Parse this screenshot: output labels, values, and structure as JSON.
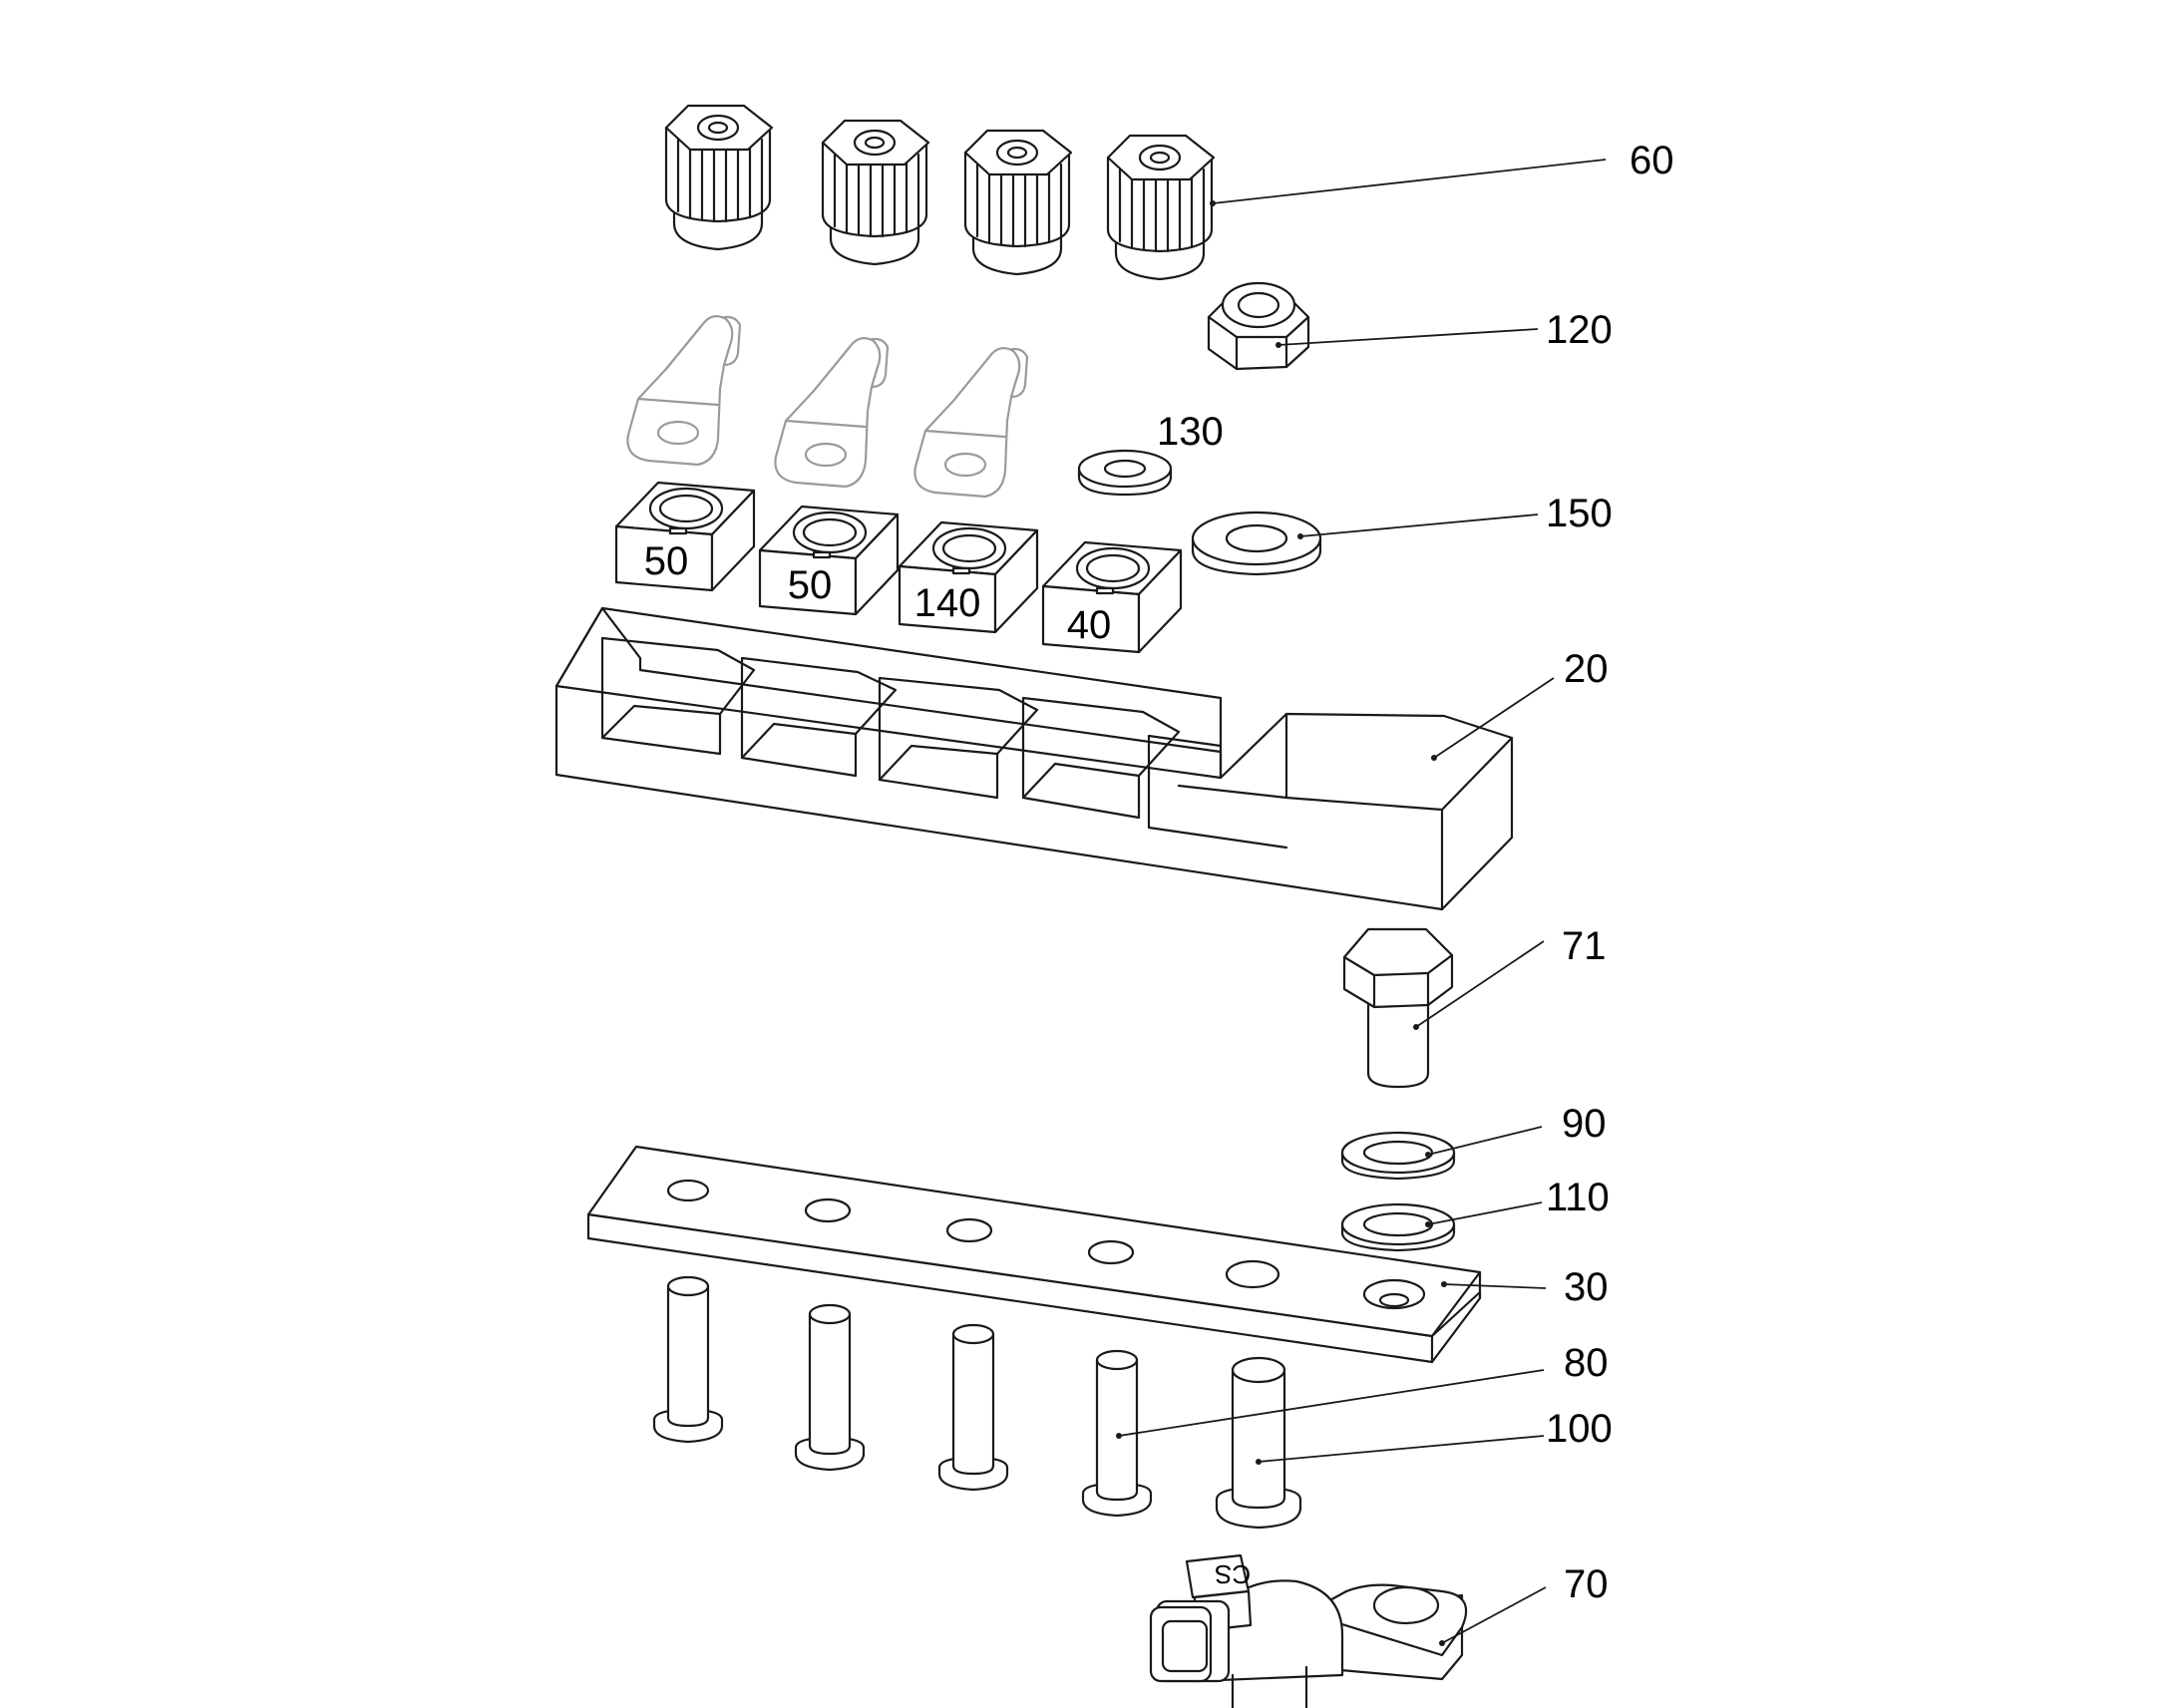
{
  "callouts": {
    "c60": "60",
    "c120": "120",
    "c130": "130",
    "c150": "150",
    "c20": "20",
    "c71": "71",
    "c90": "90",
    "c110": "110",
    "c30": "30",
    "c80": "80",
    "c100": "100",
    "c70": "70"
  },
  "fuse_markings": {
    "m1": "50",
    "m2": "50",
    "m3": "140",
    "m4": "40"
  },
  "clamp_markings": {
    "plus": "+",
    "code": "CS"
  }
}
